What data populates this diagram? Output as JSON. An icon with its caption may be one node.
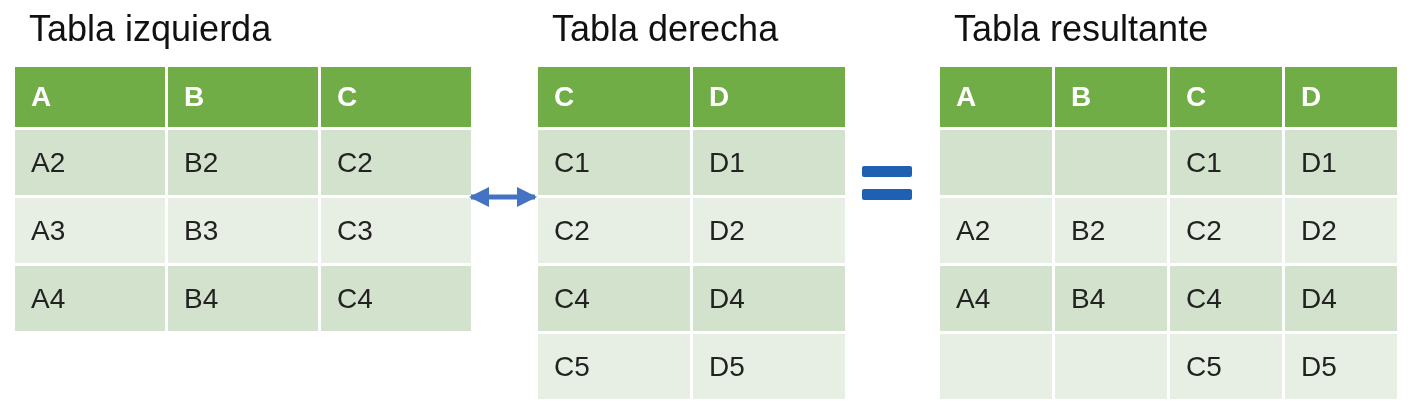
{
  "diagram": {
    "nodes": [
      {
        "text": [
          "Tabla izquierda"
        ]
      },
      {
        "text": [
          "Tabla derecha"
        ]
      },
      {
        "text": [
          "Tabla resultante"
        ]
      }
    ],
    "edges": [
      {
        "from": 0,
        "to": 1,
        "arrow": "both"
      }
    ],
    "labels": [
      "A",
      "B",
      "C",
      "A2",
      "B2",
      "C2",
      "A3",
      "B3",
      "C3",
      "A4",
      "B4",
      "C4",
      "C",
      "D",
      "C1",
      "D1",
      "C2",
      "D2",
      "C4",
      "D4",
      "C5",
      "D5",
      "A",
      "B",
      "C",
      "D",
      "C1",
      "D1",
      "A2",
      "B2",
      "C2",
      "D2",
      "A4",
      "B4",
      "C4",
      "D4",
      "C5",
      "D5"
    ]
  }
}
